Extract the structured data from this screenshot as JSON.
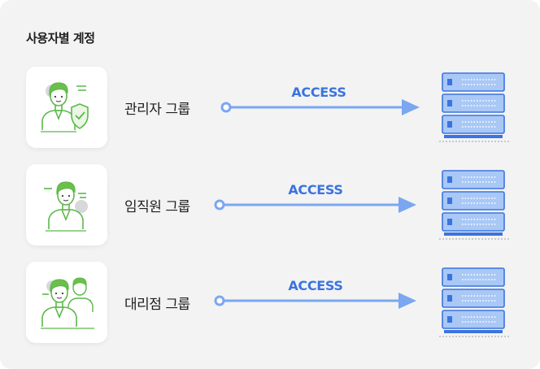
{
  "title": "사용자별 계정",
  "colors": {
    "panel": "#f3f3f3",
    "card": "#ffffff",
    "accent_blue": "#3b74e0",
    "arrow": "#7aa7f0",
    "person_green": "#5cb84a",
    "server_fill": "#a9c8f6",
    "server_stroke": "#3b74e0"
  },
  "rows": [
    {
      "label": "관리자 그룹",
      "icon": "admin-person-shield-icon",
      "access": "ACCESS"
    },
    {
      "label": "임직원 그룹",
      "icon": "employee-person-icon",
      "access": "ACCESS"
    },
    {
      "label": "대리점 그룹",
      "icon": "agency-two-people-icon",
      "access": "ACCESS"
    }
  ]
}
